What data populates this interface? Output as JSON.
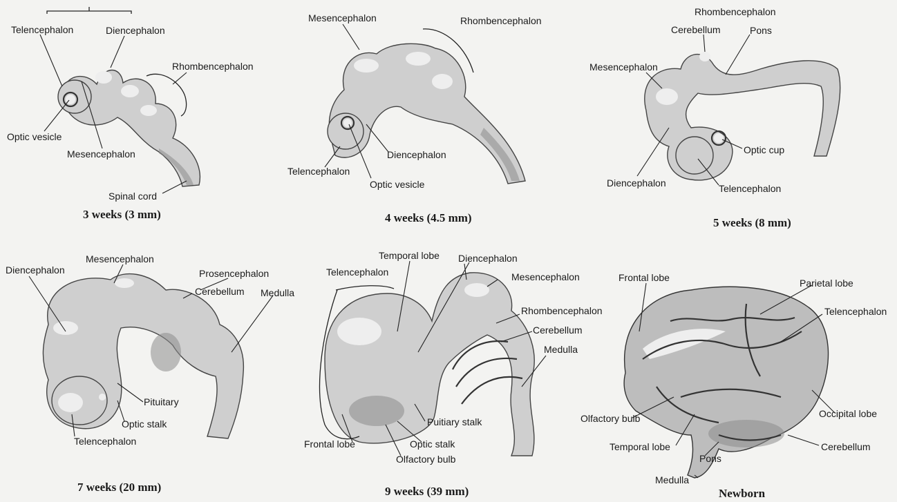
{
  "stages": [
    {
      "caption": "3 weeks (3 mm)",
      "labels": {
        "telencephalon": "Telencephalon",
        "diencephalon": "Diencephalon",
        "rhombencephalon": "Rhombencephalon",
        "optic_vesicle": "Optic vesicle",
        "mesencephalon": "Mesencephalon",
        "spinal_cord": "Spinal cord"
      }
    },
    {
      "caption": "4 weeks (4.5 mm)",
      "labels": {
        "mesencephalon": "Mesencephalon",
        "rhombencephalon": "Rhombencephalon",
        "diencephalon": "Diencephalon",
        "telencephalon": "Telencephalon",
        "optic_vesicle": "Optic vesicle"
      }
    },
    {
      "caption": "5 weeks (8 mm)",
      "labels": {
        "rhombencephalon": "Rhombencephalon",
        "cerebellum": "Cerebellum",
        "pons": "Pons",
        "mesencephalon": "Mesencephalon",
        "optic_cup": "Optic cup",
        "diencephalon": "Diencephalon",
        "telencephalon": "Telencephalon"
      }
    },
    {
      "caption": "7 weeks (20 mm)",
      "labels": {
        "diencephalon": "Diencephalon",
        "mesencephalon": "Mesencephalon",
        "prosencephalon": "Prosencephalon",
        "cerebellum": "Cerebellum",
        "medulla": "Medulla",
        "pituitary": "Pituitary",
        "optic_stalk": "Optic stalk",
        "telencephalon": "Telencephalon"
      }
    },
    {
      "caption": "9 weeks (39 mm)",
      "labels": {
        "temporal_lobe": "Temporal lobe",
        "telencephalon": "Telencephalon",
        "diencephalon": "Diencephalon",
        "mesencephalon": "Mesencephalon",
        "rhombencephalon": "Rhombencephalon",
        "cerebellum": "Cerebellum",
        "medulla": "Medulla",
        "puitiary_stalk": "Puitiary stalk",
        "frontal_lobe": "Frontal lobe",
        "optic_stalk": "Optic stalk",
        "olfactory_bulb": "Olfactory bulb"
      }
    },
    {
      "caption": "Newborn",
      "labels": {
        "frontal_lobe": "Frontal lobe",
        "parietal_lobe": "Parietal lobe",
        "telencephalon": "Telencephalon",
        "olfactory_bulb": "Olfactory bulb",
        "occipital_lobe": "Occipital lobe",
        "temporal_lobe": "Temporal lobe",
        "cerebellum": "Cerebellum",
        "pons": "Pons",
        "medulla": "Medulla"
      }
    }
  ]
}
